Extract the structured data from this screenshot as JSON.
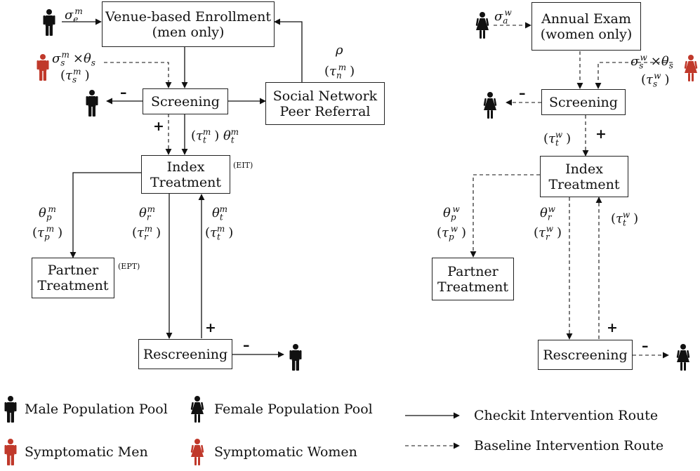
{
  "colors": {
    "ink": "#111111",
    "symptomatic": "#c0392b"
  },
  "men": {
    "enrollment": [
      "Venue-based Enrollment",
      "(men only)"
    ],
    "screening": "Screening",
    "peer_referral": [
      "Social Network",
      "Peer Referral"
    ],
    "index_treatment": [
      "Index",
      "Treatment"
    ],
    "index_tag": "(EIT)",
    "partner_treatment": [
      "Partner",
      "Treatment"
    ],
    "partner_tag": "(EPT)",
    "rescreening": "Rescreening",
    "sign_plus": "+",
    "sign_minus": "–"
  },
  "women": {
    "annual_exam": [
      "Annual Exam",
      "(women only)"
    ],
    "screening": "Screening",
    "index_treatment": [
      "Index",
      "Treatment"
    ],
    "partner_treatment": [
      "Partner",
      "Treatment"
    ],
    "rescreening": "Rescreening",
    "sign_plus": "+",
    "sign_minus": "–"
  },
  "legend": {
    "male_pool": "Male Population Pool",
    "female_pool": "Female Population Pool",
    "symptomatic_men": "Symptomatic Men",
    "symptomatic_women": "Symptomatic Women",
    "checkit_route": "Checkit Intervention Route",
    "baseline_route": "Baseline Intervention Route"
  }
}
